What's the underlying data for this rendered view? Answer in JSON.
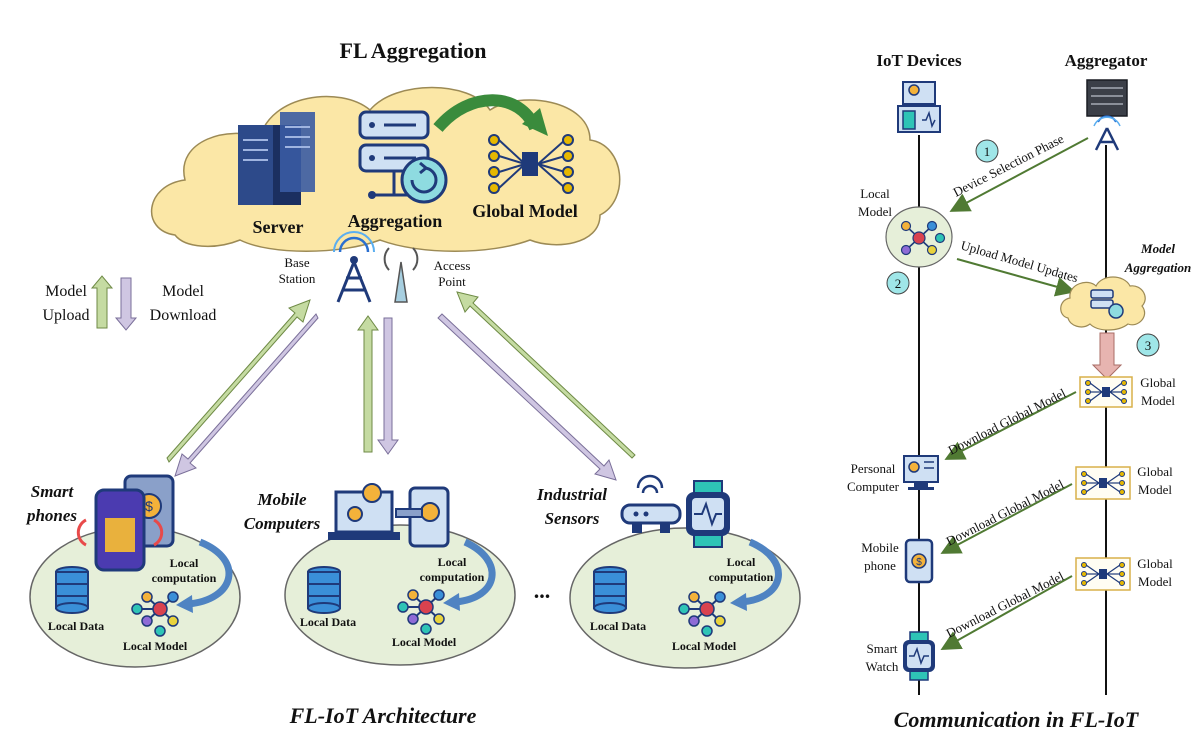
{
  "left": {
    "title": "FL Aggregation",
    "server": "Server",
    "aggregation": "Aggregation",
    "global_model": "Global Model",
    "base_station": [
      "Base",
      "Station"
    ],
    "access_point": [
      "Access",
      "Point"
    ],
    "legend": {
      "upload": [
        "Model",
        "Upload"
      ],
      "download": [
        "Model",
        "Download"
      ]
    },
    "clusters": [
      {
        "label": [
          "Smart",
          "phones"
        ],
        "local_data": "Local Data",
        "local_model": "Local Model",
        "local_computation": [
          "Local",
          "computation"
        ]
      },
      {
        "label": [
          "Mobile",
          "Computers"
        ],
        "local_data": "Local Data",
        "local_model": "Local Model",
        "local_computation": [
          "Local",
          "computation"
        ]
      },
      {
        "label": [
          "Industrial",
          "Sensors"
        ],
        "local_data": "Local Data",
        "local_model": "Local Model",
        "local_computation": [
          "Local",
          "computation"
        ]
      }
    ],
    "ellipsis": "...",
    "caption": "FL-IoT Architecture"
  },
  "right": {
    "iot_devices": "IoT Devices",
    "aggregator": "Aggregator",
    "local_model": [
      "Local",
      "Model"
    ],
    "device_selection": "Device Selection Phase",
    "upload_updates": "Upload Model Updates",
    "model_aggregation": [
      "Model",
      "Aggregation"
    ],
    "steps": [
      "1",
      "2",
      "3"
    ],
    "download_global": "Download Global Model",
    "global_model": [
      "Global",
      "Model"
    ],
    "devices": [
      [
        "Personal",
        "Computer"
      ],
      [
        "Mobile",
        "phone"
      ],
      [
        "Smart",
        "Watch"
      ]
    ],
    "caption": "Communication in FL-IoT"
  },
  "colors": {
    "cloud": "#fbe7a6",
    "ellipse": "#e6efd9",
    "upload": "#c5dba2",
    "download": "#cfc6e2",
    "arrow_green": "#507a33",
    "step_circle": "#9fe6e8",
    "navy": "#1f3a7a"
  }
}
